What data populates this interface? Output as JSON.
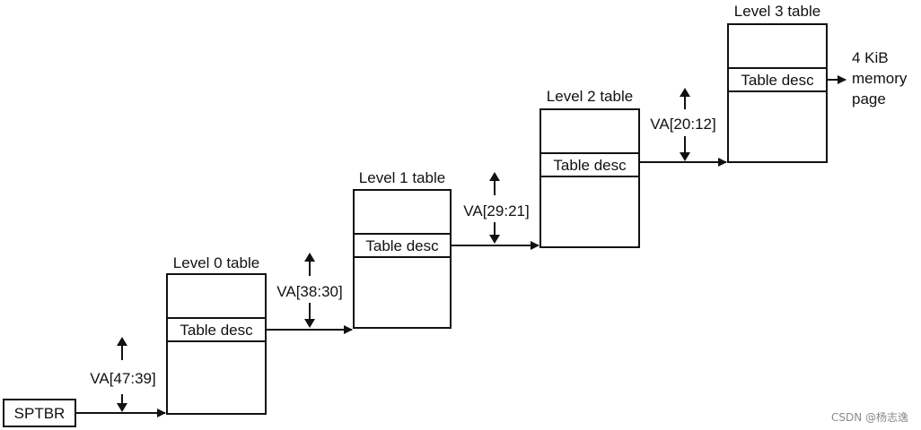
{
  "root_register": {
    "label": "SPTBR"
  },
  "tables": [
    {
      "title": "Level 0 table",
      "entry": "Table desc"
    },
    {
      "title": "Level 1 table",
      "entry": "Table desc"
    },
    {
      "title": "Level 2 table",
      "entry": "Table desc"
    },
    {
      "title": "Level 3 table",
      "entry": "Table desc"
    }
  ],
  "va_fields": [
    "VA[47:39]",
    "VA[38:30]",
    "VA[29:21]",
    "VA[20:12]"
  ],
  "output": {
    "line1": "4 KiB",
    "line2": "memory",
    "line3": "page"
  },
  "watermark": "CSDN @杨志逸"
}
